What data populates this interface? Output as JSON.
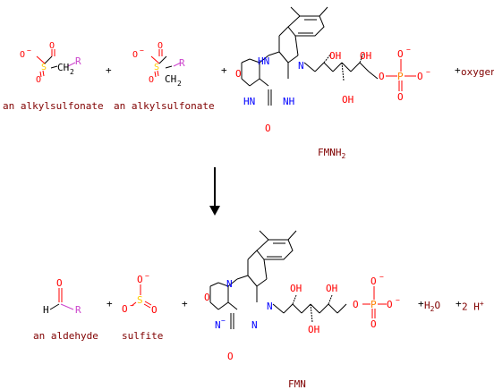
{
  "reaction": {
    "reactants": {
      "alkylsulfonate_1": "an alkylsulfonate",
      "alkylsulfonate_2": "an alkylsulfonate",
      "fmnh2": "FMNH2",
      "oxygen": "oxygen"
    },
    "products": {
      "aldehyde": "an aldehyde",
      "sulfite": "sulfite",
      "fmn": "FMN",
      "water": "H2O",
      "protons": "2 H+"
    },
    "operators": {
      "plus": "+"
    },
    "atom_labels": {
      "O": "O",
      "S": "S",
      "R": "R",
      "H": "H",
      "N": "N",
      "P": "P",
      "NH": "NH",
      "HN": "HN",
      "OH": "OH",
      "CH2": "CH2",
      "minus": "−"
    }
  },
  "colors": {
    "label": "#800000",
    "oxygen": "#ff0000",
    "nitrogen": "#0000ff",
    "sulfur": "#ffcc00",
    "phosphorus": "#ff8000",
    "r_group": "#cc44cc",
    "bond": "#000000",
    "arrow": "#000000"
  }
}
